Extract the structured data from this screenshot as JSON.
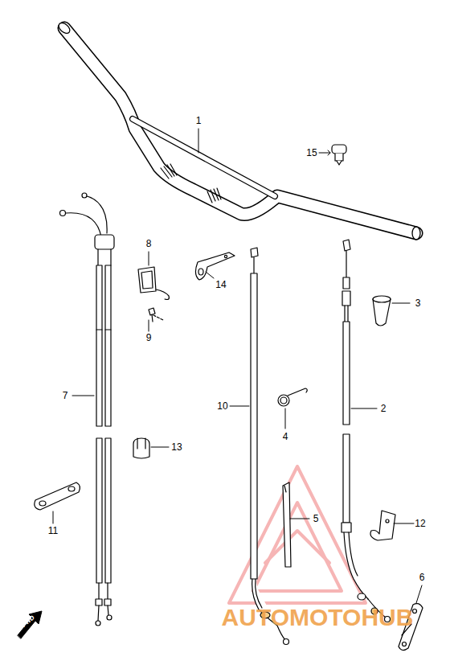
{
  "diagram": {
    "labels": [
      "1",
      "15",
      "3",
      "8",
      "14",
      "9",
      "7",
      "10",
      "2",
      "4",
      "13",
      "5",
      "12",
      "11",
      "6",
      "FWD",
      "AUTOMOTOHUB"
    ]
  }
}
